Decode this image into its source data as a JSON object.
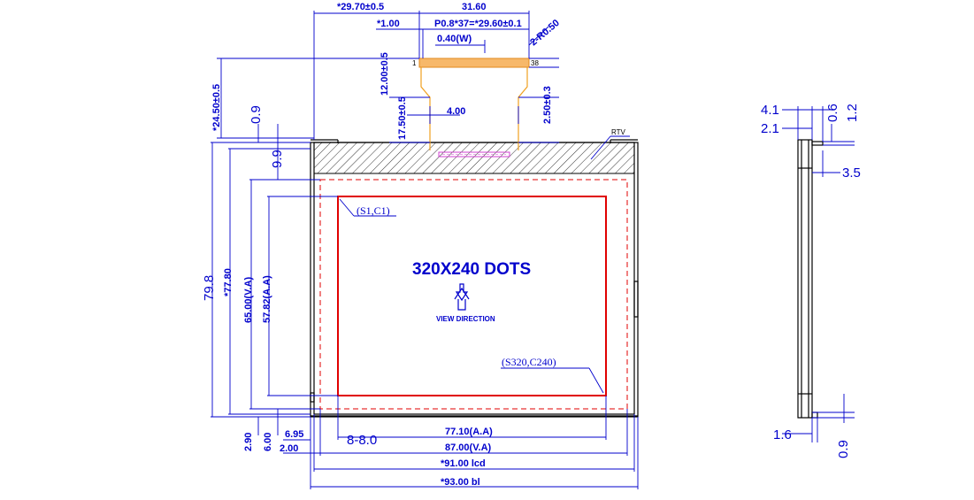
{
  "dims": {
    "top_left": "*29.70±0.5",
    "top_width": "31.60",
    "pin1": "*1.00",
    "pitch": "P0.8*37=*29.60±0.1",
    "pin_width": "0.40(W)",
    "radius": "2-R0.50",
    "pin_first": "1",
    "pin_last": "38",
    "fpc_h1": "12.00±0.5",
    "fpc_h2": "17.50±0.5",
    "fpc_w": "4.00",
    "fpc_gap": "2.50±0.3",
    "left_top": "*24.50±0.5",
    "d09": "0.9",
    "d99": "9.9",
    "h_total": "79.8",
    "h_lcd": "*77.80",
    "h_va": "65.00(V.A)",
    "h_aa": "57.82(A.A)",
    "b290": "2.90",
    "b600": "6.00",
    "b695": "6.95",
    "b200": "2.00",
    "b88": "8-8.0",
    "w_aa": "77.10(A.A)",
    "w_va": "87.00(V.A)",
    "w_lcd": "*91.00  lcd",
    "w_bl": "*93.00  bl",
    "rtv": "RTV",
    "s1": "(S1,C1)",
    "s320": "(S320,C240)",
    "dots": "320X240 DOTS",
    "view": "VIEW DIRECTION",
    "side_41": "4.1",
    "side_21": "2.1",
    "side_06": "0.6",
    "side_12": "1.2",
    "side_35": "3.5",
    "side_16": "1.6",
    "side_09": "0.9"
  }
}
